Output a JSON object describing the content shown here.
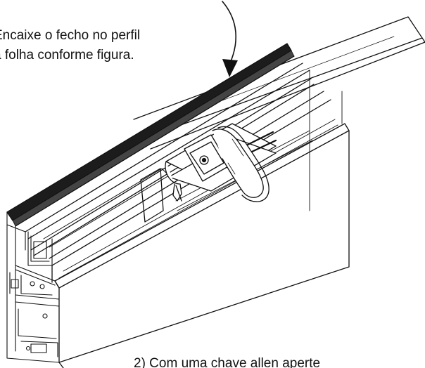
{
  "step1": {
    "line1": "Encaixe o fecho no perfil",
    "line2": "a folha conforme figura."
  },
  "step2": {
    "line1": "2) Com uma chave allen aperte"
  },
  "colors": {
    "ink": "#111111",
    "weatherstrip": "#1c1c1c",
    "background": "#ffffff"
  }
}
